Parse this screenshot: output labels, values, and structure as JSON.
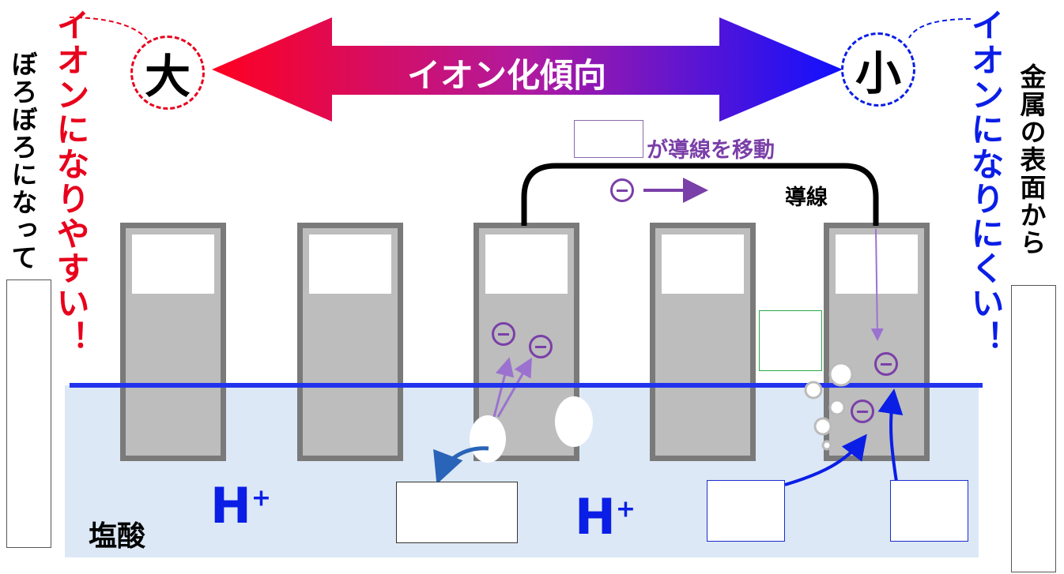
{
  "arrow": {
    "label": "イオン化傾向",
    "left_char": "大",
    "right_char": "小"
  },
  "left_side": {
    "outer_text": "ぼろぼろになって",
    "red_text": "イオンになりやすい！"
  },
  "right_side": {
    "outer_text": "金属の表面から",
    "blue_text": "イオンになりにくい！"
  },
  "wire": {
    "caption": "が導線を移動",
    "label": "導線"
  },
  "solution": {
    "label": "塩酸",
    "ion_main": "H",
    "ion_sup": "+"
  },
  "colors": {
    "red": "#e8001c",
    "blue": "#0a1ee6",
    "purple": "#7a3fa8",
    "water": "#dce8f5",
    "surface": "#2233ee"
  }
}
